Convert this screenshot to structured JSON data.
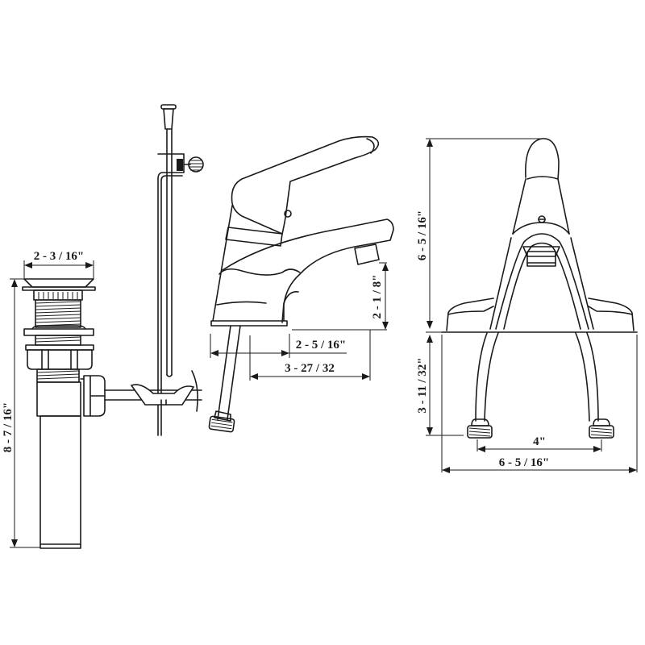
{
  "diagram": {
    "subject": "Single-handle bathroom faucet with pop-up drain",
    "views": {
      "drain": {
        "width_label": "2 - 3 / 16\"",
        "height_label": "8 - 7 / 16\""
      },
      "side": {
        "spout_height_label": "2 - 1 / 8\"",
        "spout_reach_label": "2 - 5 / 16\"",
        "overall_depth_label": "3 - 27 / 32"
      },
      "front": {
        "body_height_label": "6 - 5 / 16\"",
        "supply_length_label": "3 - 11 / 32\"",
        "center_spacing_label": "4\"",
        "base_width_label": "6 - 5 / 16\""
      }
    }
  }
}
